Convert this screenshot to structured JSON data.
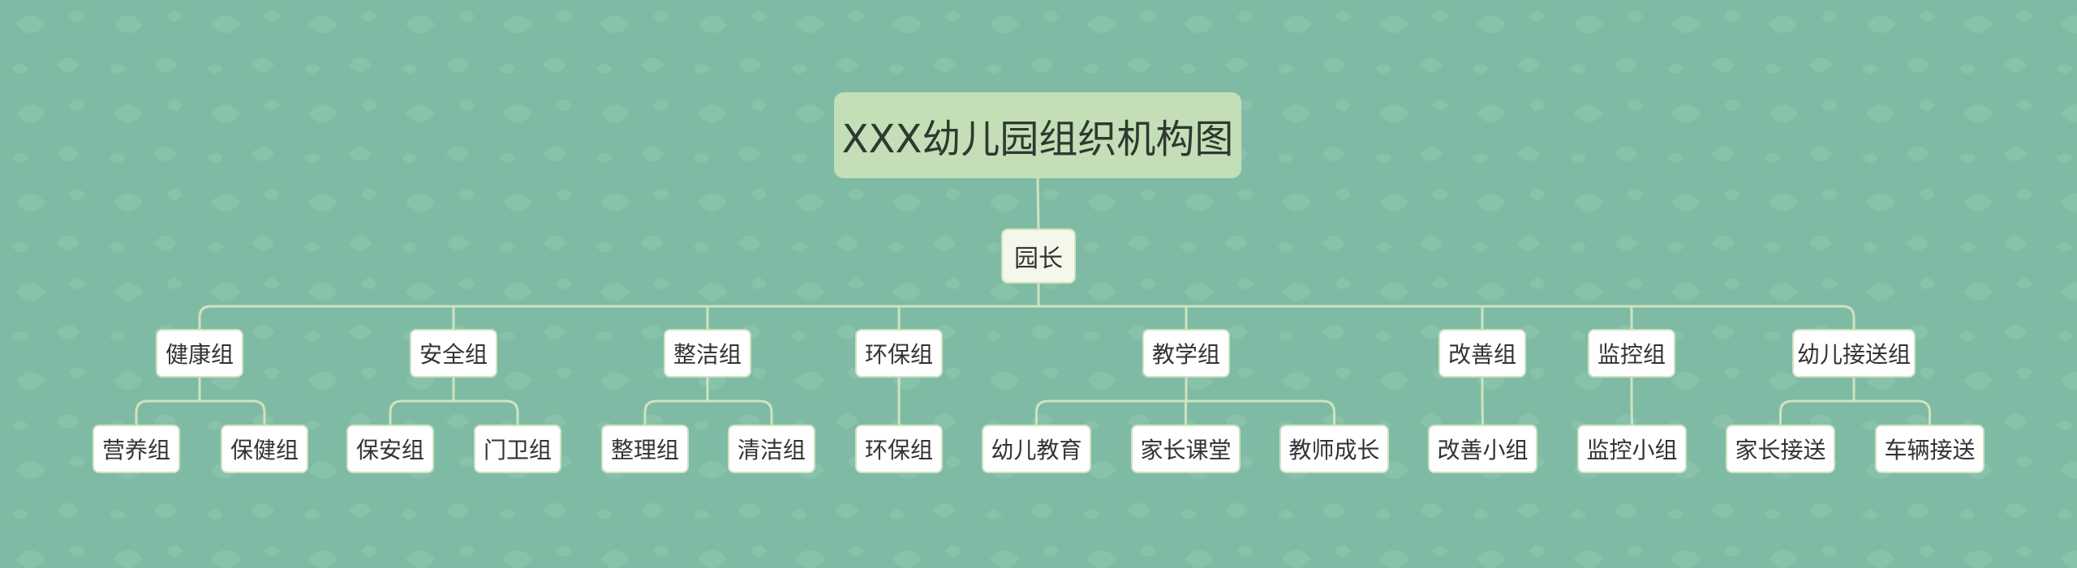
{
  "title": "XXX幼儿园组织机构图",
  "root": "园长",
  "groups": [
    {
      "name": "健康组",
      "children": [
        "营养组",
        "保健组"
      ]
    },
    {
      "name": "安全组",
      "children": [
        "保安组",
        "门卫组"
      ]
    },
    {
      "name": "整洁组",
      "children": [
        "整理组",
        "清洁组"
      ]
    },
    {
      "name": "环保组",
      "children": [
        "环保组"
      ]
    },
    {
      "name": "教学组",
      "children": [
        "幼儿教育",
        "家长课堂",
        "教师成长"
      ]
    },
    {
      "name": "改善组",
      "children": [
        "改善小组"
      ]
    },
    {
      "name": "监控组",
      "children": [
        "监控小组"
      ]
    },
    {
      "name": "幼儿接送组",
      "children": [
        "家长接送",
        "车辆接送"
      ]
    }
  ],
  "colors": {
    "background": "#7fbba4",
    "title_fill": "#c4dfb8",
    "connector": "#cfe3bf",
    "node_fill": "#ffffff"
  }
}
